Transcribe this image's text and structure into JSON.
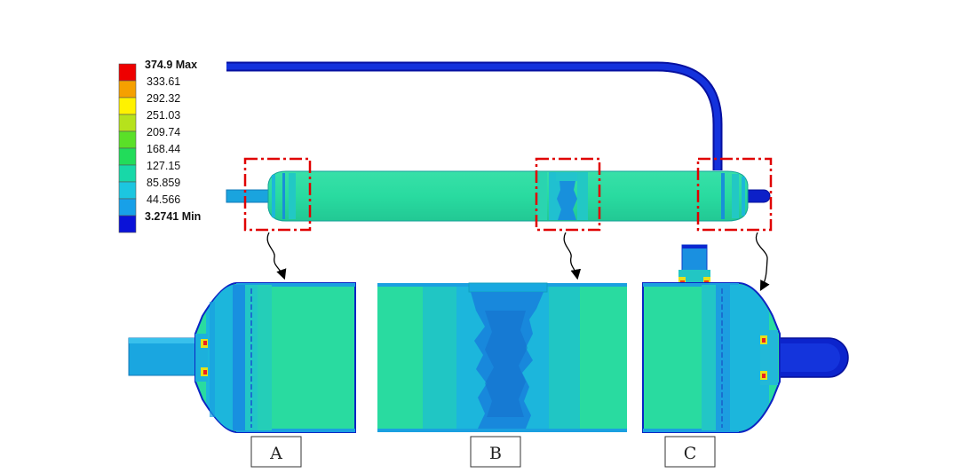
{
  "legend": {
    "entries": [
      {
        "label": "374.9 Max",
        "color": "#ee0000"
      },
      {
        "label": "333.61",
        "color": "#f5a000"
      },
      {
        "label": "292.32",
        "color": "#fff200"
      },
      {
        "label": "251.03",
        "color": "#b6e21c"
      },
      {
        "label": "209.74",
        "color": "#5ae028"
      },
      {
        "label": "168.44",
        "color": "#22dc5a"
      },
      {
        "label": "127.15",
        "color": "#18d8a8"
      },
      {
        "label": "85.859",
        "color": "#1cc6e0"
      },
      {
        "label": "44.566",
        "color": "#18a0e8"
      },
      {
        "label": "3.2741 Min",
        "color": "#0a12d8"
      }
    ]
  },
  "panels": [
    {
      "label": "A"
    },
    {
      "label": "B"
    },
    {
      "label": "C"
    }
  ],
  "colors": {
    "vessel_body": "#29dba0",
    "vessel_light": "#22c8c4",
    "vessel_mid": "#1aaee0",
    "vessel_deep": "#1888e0",
    "pipe_blue": "#0c28d0",
    "pipe_edge": "#0610a0",
    "nozzle": "#1aa0e0",
    "highlight_box": "#e00000"
  }
}
